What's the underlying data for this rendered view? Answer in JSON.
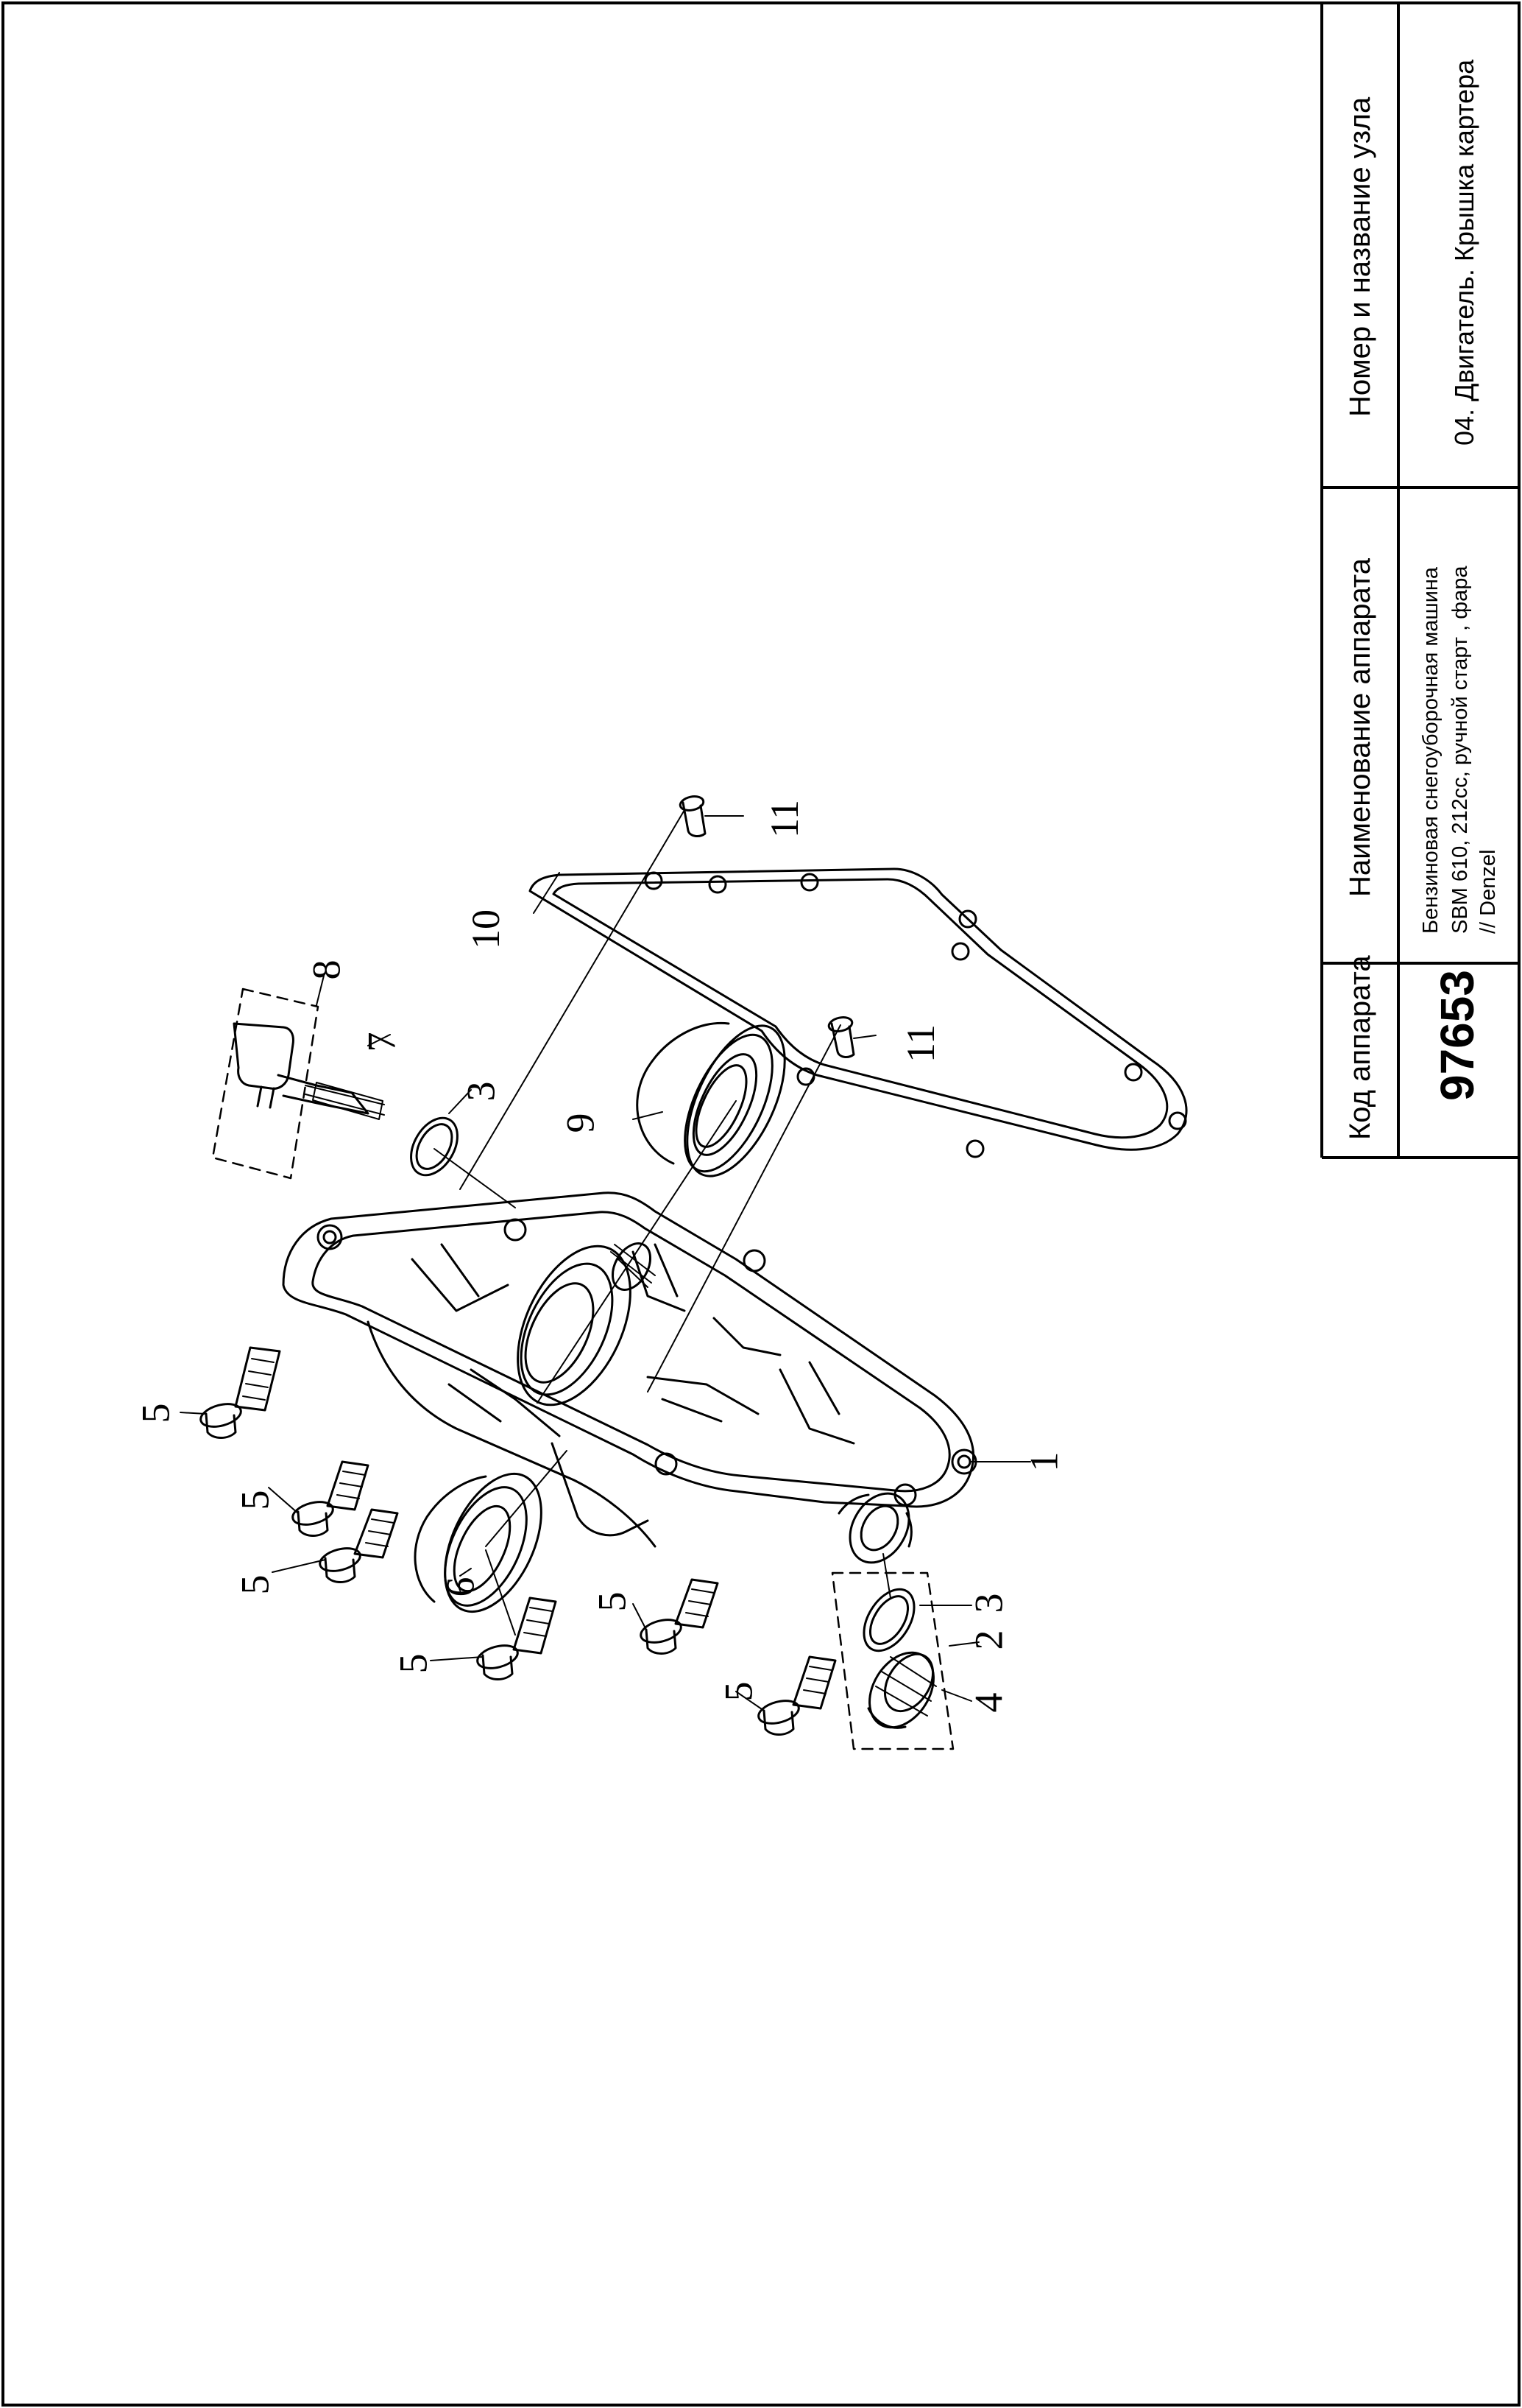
{
  "title_block": {
    "code_header": "Код аппарата",
    "code_value": "97653",
    "device_header": "Наименование аппарата",
    "device_lines": [
      "Бензиновая снегоуборочная машина",
      "SBM 610, 212сс, ручной старт , фара",
      "// Denzel"
    ],
    "unit_header": "Номер и название узла",
    "unit_value": "04. Двигатель. Крышка картера"
  },
  "callouts": [
    {
      "id": "c1",
      "label": "1"
    },
    {
      "id": "c2",
      "label": "2"
    },
    {
      "id": "c3a",
      "label": "3"
    },
    {
      "id": "c3b",
      "label": "3"
    },
    {
      "id": "c4",
      "label": "4"
    },
    {
      "id": "c5a",
      "label": "5"
    },
    {
      "id": "c5b",
      "label": "5"
    },
    {
      "id": "c5c",
      "label": "5"
    },
    {
      "id": "c5d",
      "label": "5"
    },
    {
      "id": "c5e",
      "label": "5"
    },
    {
      "id": "c5f",
      "label": "5"
    },
    {
      "id": "c6",
      "label": "6"
    },
    {
      "id": "c7",
      "label": "7"
    },
    {
      "id": "c8",
      "label": "8"
    },
    {
      "id": "c9",
      "label": "9"
    },
    {
      "id": "c10",
      "label": "10"
    },
    {
      "id": "c11a",
      "label": "11"
    },
    {
      "id": "c11b",
      "label": "11"
    }
  ]
}
